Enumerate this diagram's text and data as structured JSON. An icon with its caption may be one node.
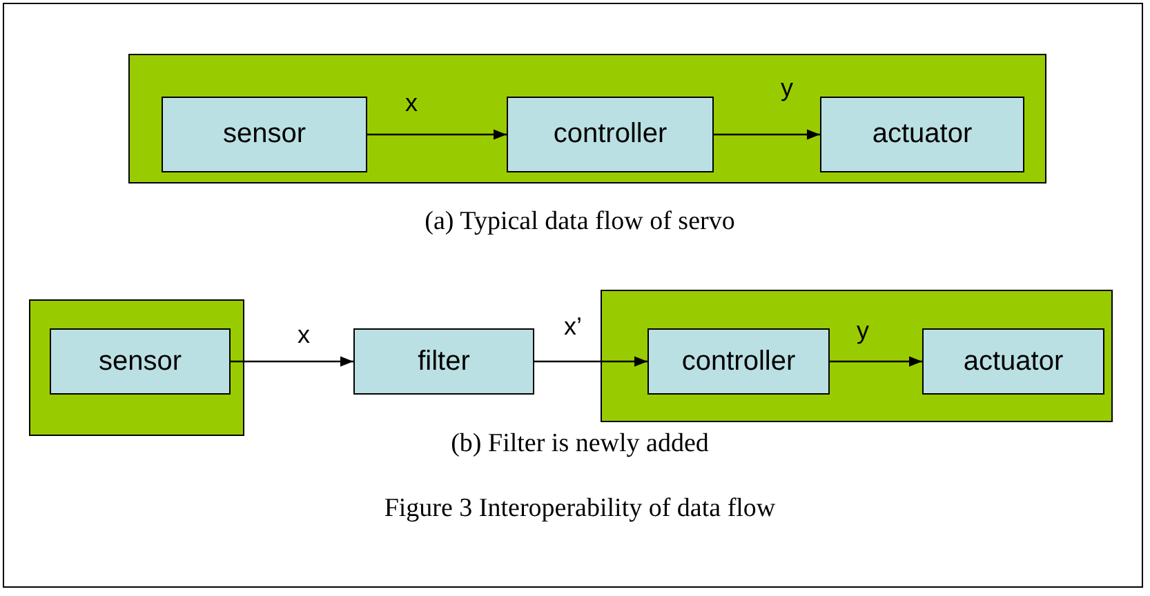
{
  "diagram": {
    "nodes": [
      {
        "text": [],
        "shape": "box"
      },
      {
        "text": [
          "sensor"
        ],
        "in": 0
      },
      {
        "text": [
          "controller"
        ],
        "in": 0
      },
      {
        "text": [
          "actuator"
        ],
        "in": 0
      },
      {
        "text": [],
        "shape": "box"
      },
      {
        "text": [
          "sensor"
        ],
        "in": 4
      },
      {
        "text": [
          "filter"
        ]
      },
      {
        "text": [],
        "shape": "box"
      },
      {
        "text": [
          "controller"
        ],
        "in": 7
      },
      {
        "text": [
          "actuator"
        ],
        "in": 7
      }
    ],
    "edges": [
      {
        "from": 1,
        "to": 2,
        "arrow": "to",
        "label": "x"
      },
      {
        "from": 2,
        "to": 3,
        "arrow": "to",
        "label": "y"
      },
      {
        "from": 5,
        "to": 6,
        "arrow": "to",
        "label": "x"
      },
      {
        "from": 6,
        "to": 8,
        "arrow": "to",
        "label": "x’"
      },
      {
        "from": 8,
        "to": 9,
        "arrow": "to",
        "label": "y"
      }
    ],
    "labels": [
      "(a) Typical data flow of servo",
      "(b) Filter is newly added",
      "Figure 3 Interoperability of data flow"
    ]
  }
}
